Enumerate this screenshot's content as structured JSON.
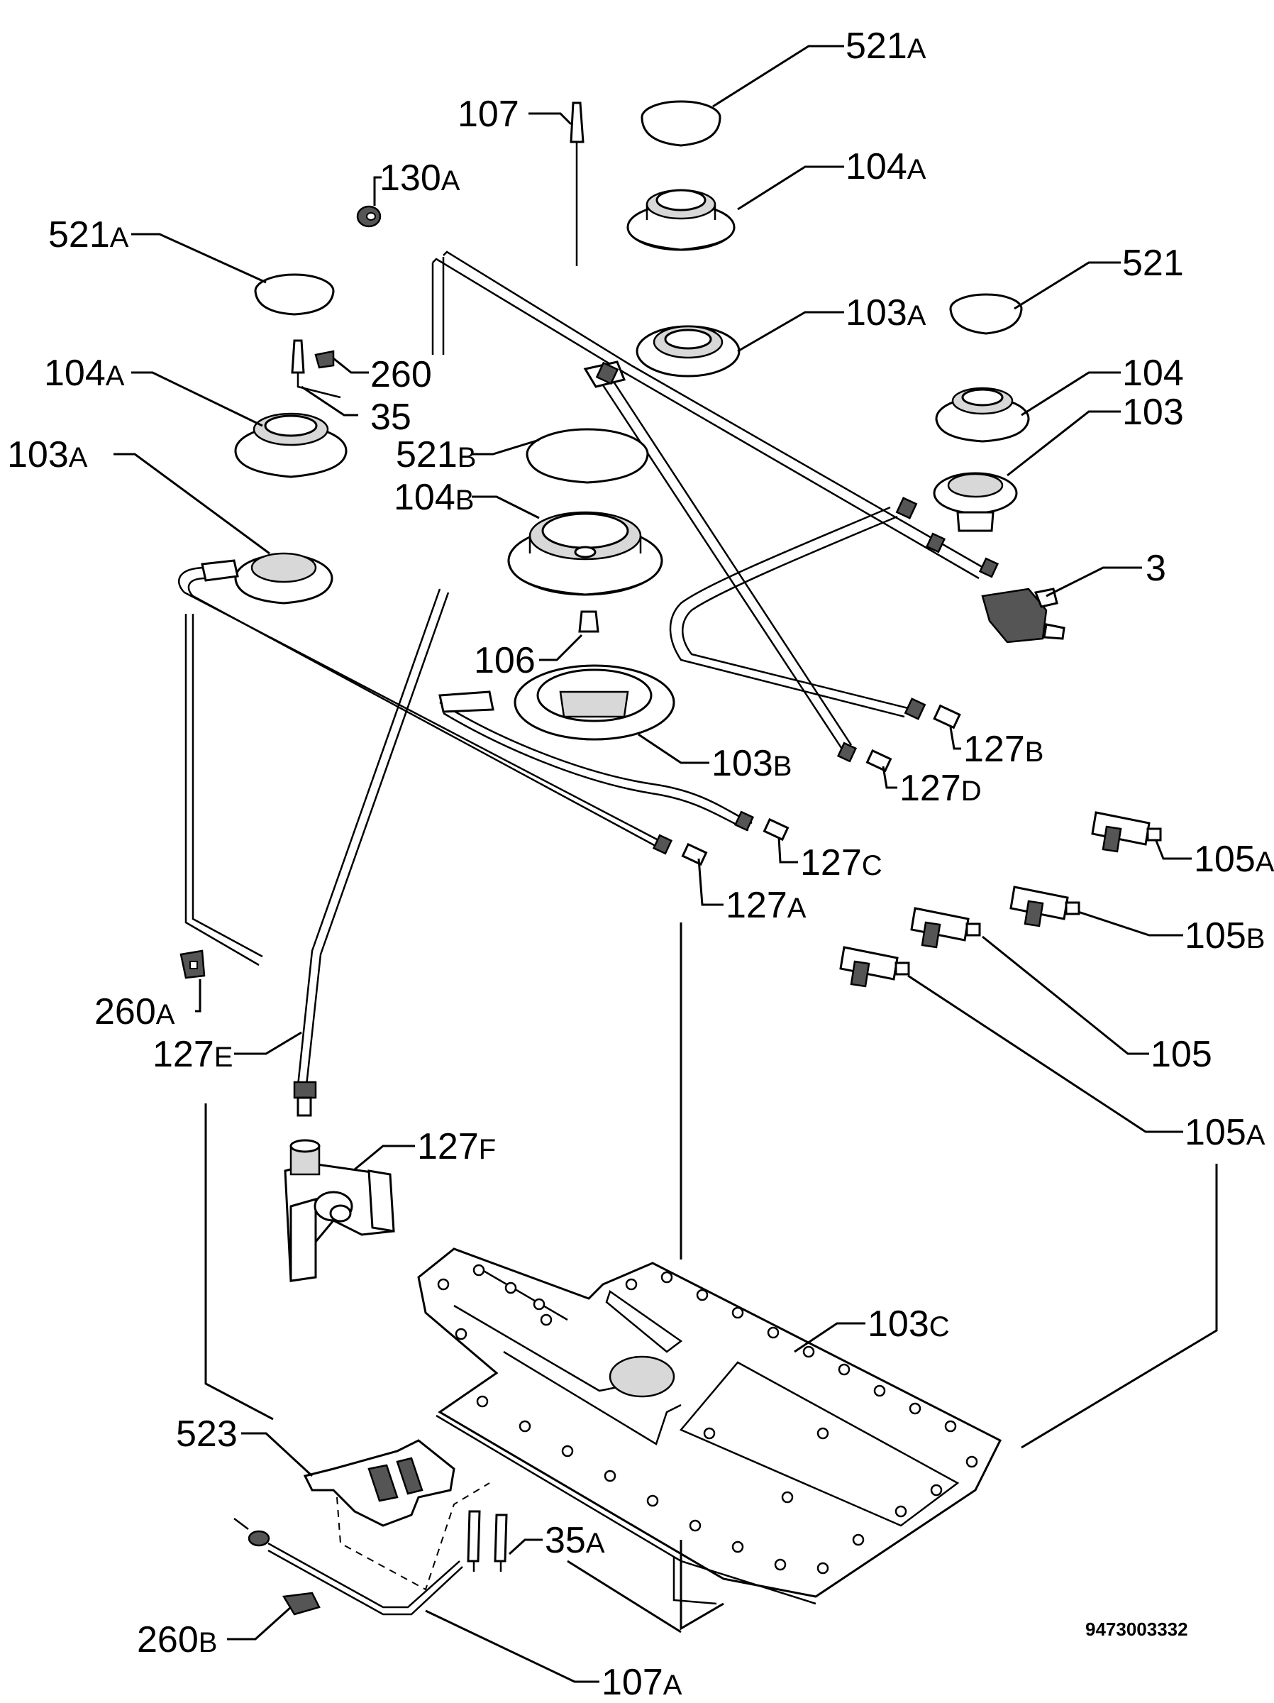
{
  "document_number": "9473003332",
  "labels": [
    {
      "id": "l521a_top",
      "num": "521",
      "sfx": "A"
    },
    {
      "id": "l107",
      "num": "107",
      "sfx": ""
    },
    {
      "id": "l104a_top",
      "num": "104",
      "sfx": "A"
    },
    {
      "id": "l130a",
      "num": "130",
      "sfx": "A"
    },
    {
      "id": "l521a_left",
      "num": "521",
      "sfx": "A"
    },
    {
      "id": "l521",
      "num": "521",
      "sfx": ""
    },
    {
      "id": "l103a_top",
      "num": "103",
      "sfx": "A"
    },
    {
      "id": "l260",
      "num": "260",
      "sfx": ""
    },
    {
      "id": "l104a_left",
      "num": "104",
      "sfx": "A"
    },
    {
      "id": "l35",
      "num": "35",
      "sfx": ""
    },
    {
      "id": "l104",
      "num": "104",
      "sfx": ""
    },
    {
      "id": "l103",
      "num": "103",
      "sfx": ""
    },
    {
      "id": "l521b",
      "num": "521",
      "sfx": "B"
    },
    {
      "id": "l103a_left",
      "num": "103",
      "sfx": "A"
    },
    {
      "id": "l104b",
      "num": "104",
      "sfx": "B"
    },
    {
      "id": "l3",
      "num": "3",
      "sfx": ""
    },
    {
      "id": "l106",
      "num": "106",
      "sfx": ""
    },
    {
      "id": "l103b",
      "num": "103",
      "sfx": "B"
    },
    {
      "id": "l127b",
      "num": "127",
      "sfx": "B"
    },
    {
      "id": "l127d",
      "num": "127",
      "sfx": "D"
    },
    {
      "id": "l105a_top",
      "num": "105",
      "sfx": "A"
    },
    {
      "id": "l127c",
      "num": "127",
      "sfx": "C"
    },
    {
      "id": "l127a",
      "num": "127",
      "sfx": "A"
    },
    {
      "id": "l105b",
      "num": "105",
      "sfx": "B"
    },
    {
      "id": "l260a",
      "num": "260",
      "sfx": "A"
    },
    {
      "id": "l127e",
      "num": "127",
      "sfx": "E"
    },
    {
      "id": "l105",
      "num": "105",
      "sfx": ""
    },
    {
      "id": "l105a_bottom",
      "num": "105",
      "sfx": "A"
    },
    {
      "id": "l127f",
      "num": "127",
      "sfx": "F"
    },
    {
      "id": "l103c",
      "num": "103",
      "sfx": "C"
    },
    {
      "id": "l523",
      "num": "523",
      "sfx": ""
    },
    {
      "id": "l35a",
      "num": "35",
      "sfx": "A"
    },
    {
      "id": "l260b",
      "num": "260",
      "sfx": "B"
    },
    {
      "id": "l107a",
      "num": "107",
      "sfx": "A"
    }
  ]
}
